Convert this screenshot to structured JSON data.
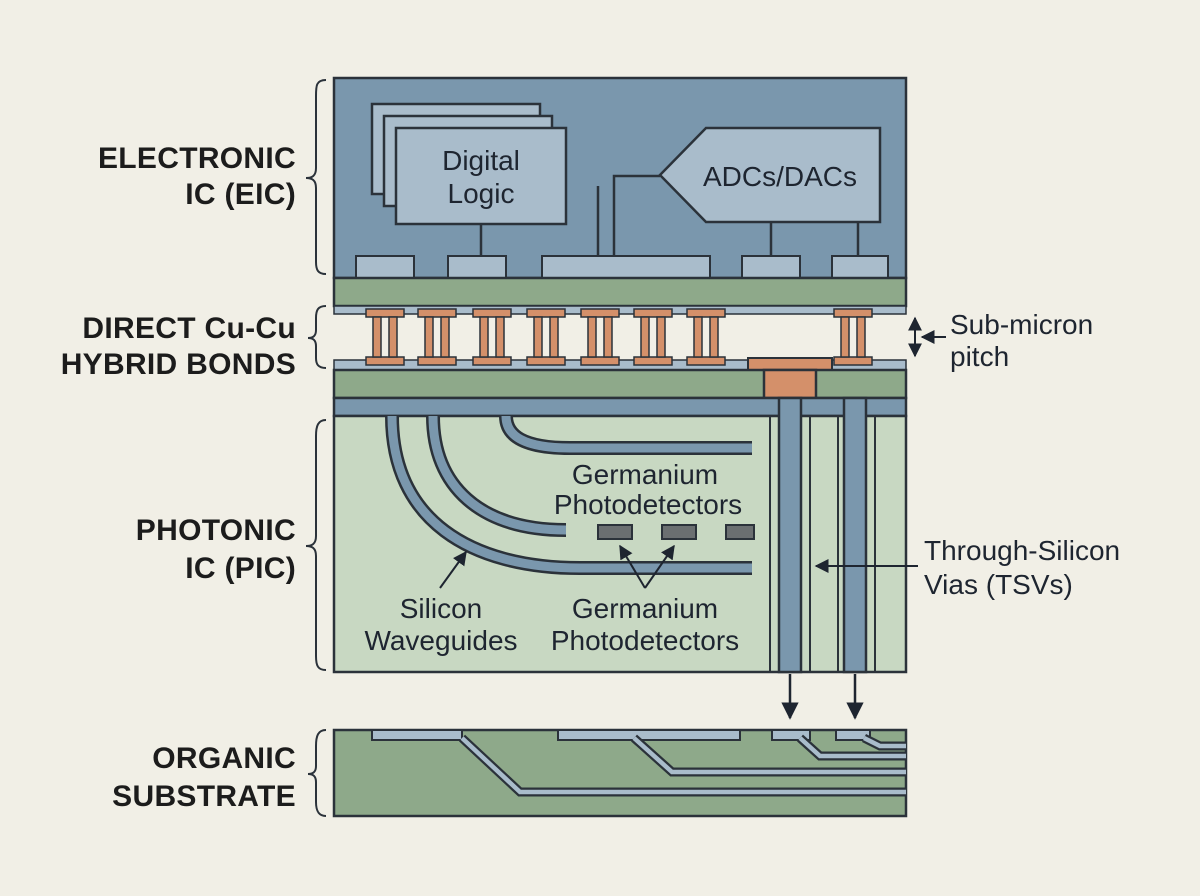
{
  "layers": {
    "eic": {
      "label_line1": "ELECTRONIC",
      "label_line2": "IC (EIC)"
    },
    "bonds": {
      "label_line1": "DIRECT Cu-Cu",
      "label_line2": "HYBRID BONDS"
    },
    "pic": {
      "label_line1": "PHOTONIC",
      "label_line2": "IC (PIC)"
    },
    "substrate": {
      "label_line1": "ORGANIC",
      "label_line2": "SUBSTRATE"
    }
  },
  "blocks": {
    "digital_logic": {
      "line1": "Digital",
      "line2": "Logic"
    },
    "adc_dac": {
      "label": "ADCs/DACs"
    }
  },
  "callouts": {
    "pitch": {
      "line1": "Sub-micron",
      "line2": "pitch"
    },
    "photodetectors_top": {
      "line1": "Germanium",
      "line2": "Photodetectors"
    },
    "waveguides": {
      "line1": "Silicon",
      "line2": "Waveguides"
    },
    "photodetectors_bottom": {
      "line1": "Germanium",
      "line2": "Photodetectors"
    },
    "tsv": {
      "line1": "Through-Silicon",
      "line2": "Vias (TSVs)"
    }
  },
  "colors": {
    "background": "#f1efe6",
    "eic_fill": "#7a97ad",
    "block_fill": "#a9bccb",
    "layer_green": "#8ea98a",
    "pic_fill": "#c8d8c2",
    "waveguide": "#7a97ad",
    "copper": "#d4906a",
    "detector": "#6b6f71",
    "outline": "#2b323a"
  }
}
